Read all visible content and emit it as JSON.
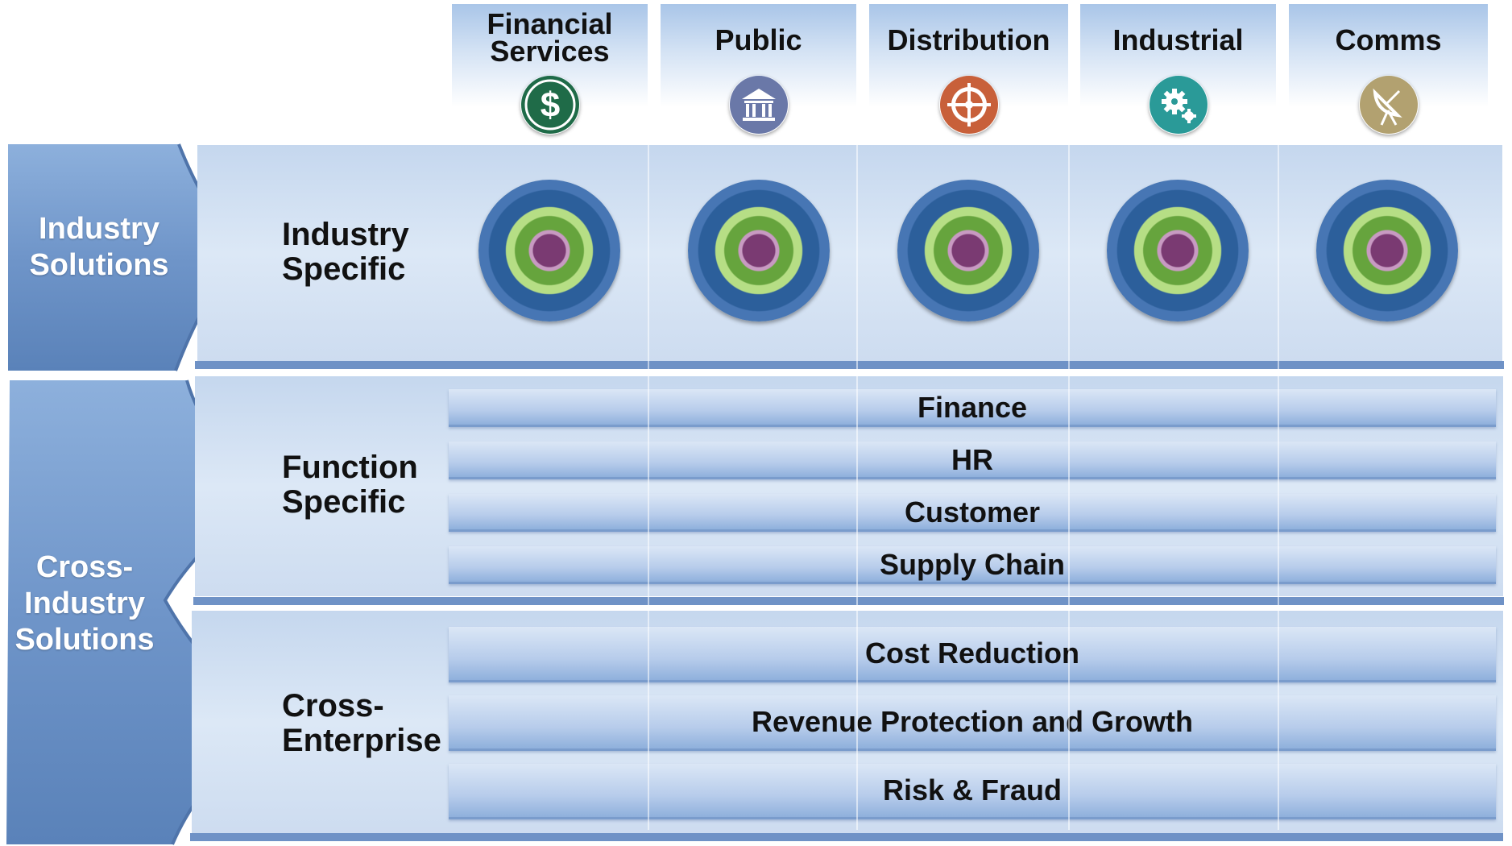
{
  "columns": [
    {
      "label_lines": [
        "Financial",
        "Services"
      ],
      "icon": "dollar-icon",
      "icon_color": "#1f6b48"
    },
    {
      "label_lines": [
        "Public"
      ],
      "icon": "government-building-icon",
      "icon_color": "#6a78a8"
    },
    {
      "label_lines": [
        "Distribution"
      ],
      "icon": "target-icon",
      "icon_color": "#c8603a"
    },
    {
      "label_lines": [
        "Industrial"
      ],
      "icon": "gears-icon",
      "icon_color": "#2a9a98"
    },
    {
      "label_lines": [
        "Comms"
      ],
      "icon": "satellite-dish-icon",
      "icon_color": "#b2a170"
    }
  ],
  "sections": {
    "industry_solutions": {
      "label_lines": [
        "Industry",
        "Solutions"
      ]
    },
    "cross_industry_solutions": {
      "label_lines": [
        "Cross-",
        "Industry",
        "Solutions"
      ]
    }
  },
  "rows": {
    "industry_specific": {
      "label_lines": [
        "Industry",
        "Specific"
      ]
    },
    "function_specific": {
      "label_lines": [
        "Function",
        "Specific"
      ],
      "bars": [
        "Finance",
        "HR",
        "Customer",
        "Supply Chain"
      ]
    },
    "cross_enterprise": {
      "label_lines": [
        "Cross-",
        "Enterprise"
      ],
      "bars": [
        "Cost Reduction",
        "Revenue Protection and Growth",
        "Risk & Fraud"
      ]
    }
  },
  "colors": {
    "arrow_blue": "#6f95c9",
    "band_blue": "#cddcf0",
    "bar_blue": "#b7cceb"
  }
}
